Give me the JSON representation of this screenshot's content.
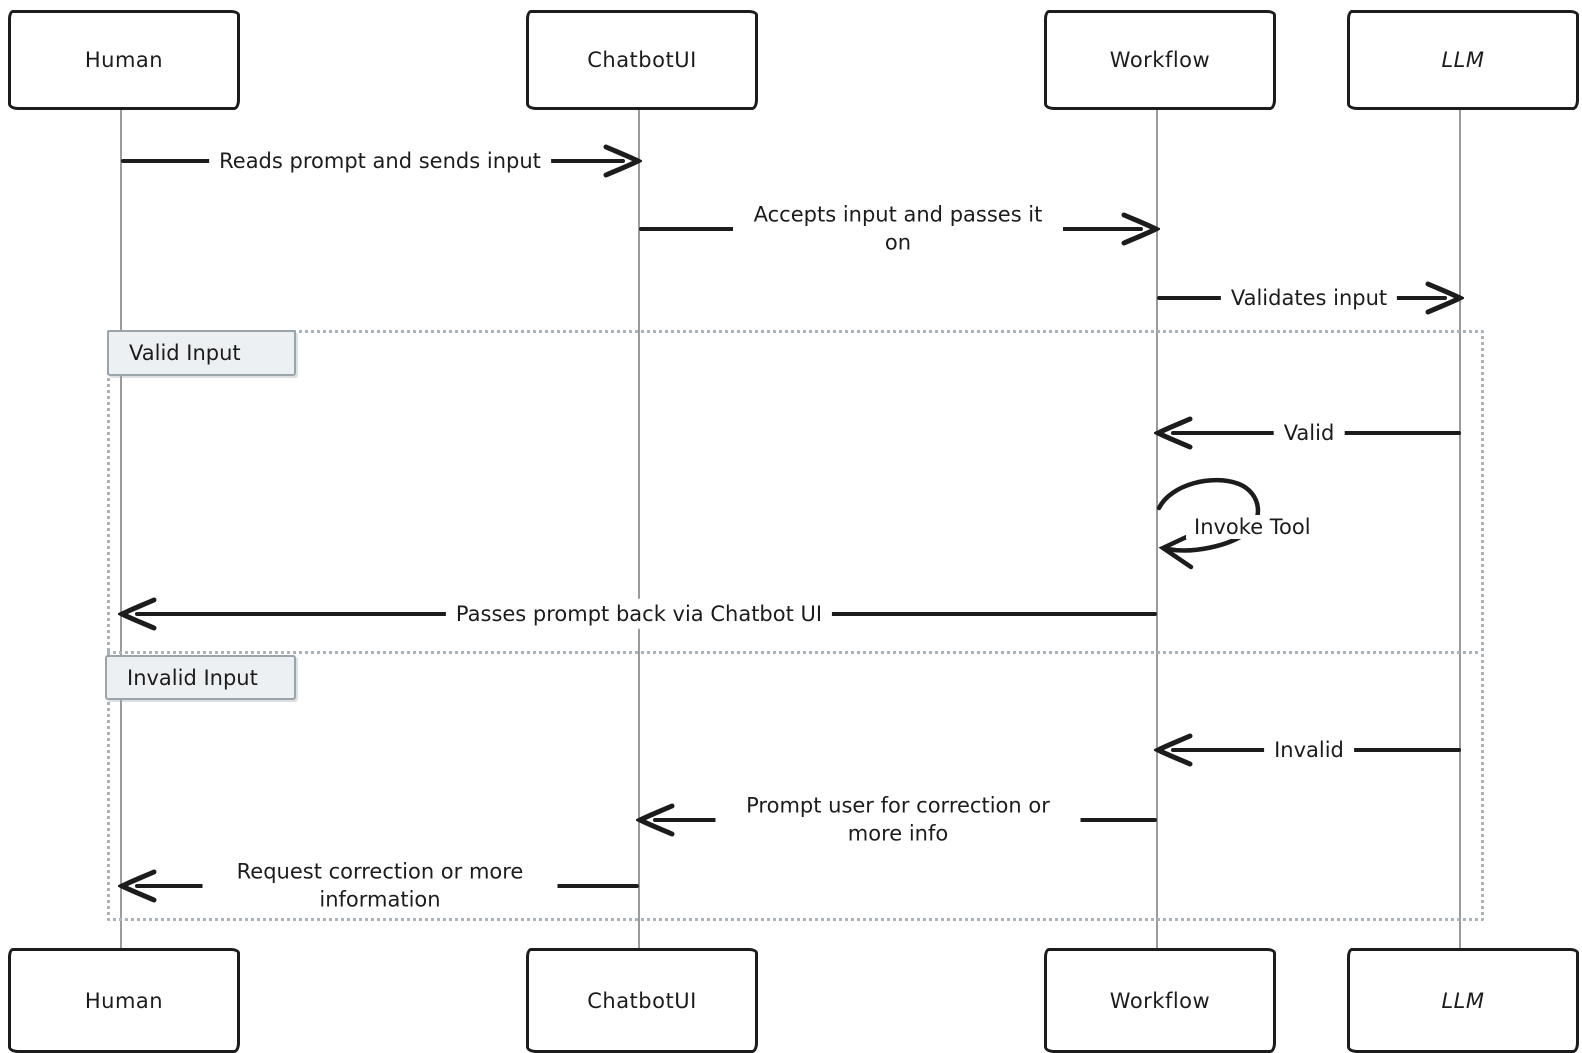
{
  "diagram": {
    "type": "sequence-diagram",
    "actors": [
      {
        "name": "Human"
      },
      {
        "name": "ChatbotUI"
      },
      {
        "name": "Workflow"
      },
      {
        "name": "LLM"
      }
    ],
    "messages": [
      {
        "from": "Human",
        "to": "ChatbotUI",
        "label": "Reads prompt and sends input"
      },
      {
        "from": "ChatbotUI",
        "to": "Workflow",
        "label": "Accepts input and passes it on"
      },
      {
        "from": "Workflow",
        "to": "LLM",
        "label": "Validates input"
      },
      {
        "from": "LLM",
        "to": "Workflow",
        "label": "Valid"
      },
      {
        "from": "Workflow",
        "to": "Workflow",
        "label": "Invoke Tool"
      },
      {
        "from": "Workflow",
        "to": "Human",
        "label": "Passes prompt back via Chatbot UI"
      },
      {
        "from": "LLM",
        "to": "Workflow",
        "label": "Invalid"
      },
      {
        "from": "Workflow",
        "to": "ChatbotUI",
        "label": "Prompt user for correction or more info"
      },
      {
        "from": "ChatbotUI",
        "to": "Human",
        "label": "Request correction or more information"
      }
    ],
    "sections": [
      {
        "label": "Valid Input"
      },
      {
        "label": "Invalid Input"
      }
    ],
    "colors": {
      "stroke": "#1c1c1c",
      "lifeline": "#9b9b9b",
      "frame_border": "#a9b3bb",
      "section_label_bg": "#ecf0f2",
      "section_label_border": "#9aa4ab",
      "background": "#ffffff"
    }
  }
}
